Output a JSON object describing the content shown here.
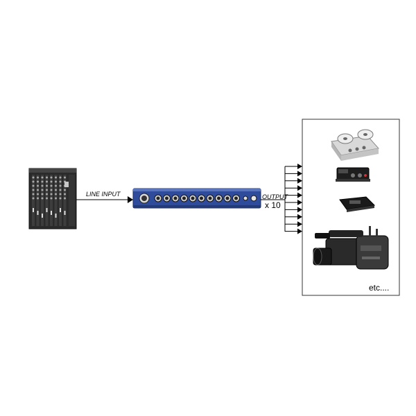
{
  "labels": {
    "line_input": "LINE INPUT",
    "output": "OUTPUT",
    "output_count": "x 10",
    "etc": "etc...."
  },
  "devices": {
    "source": "mixing-console",
    "distributor": "rack-splitter",
    "destinations": [
      "tape-recorder",
      "portable-recorder",
      "compact-recorder",
      "video-camera"
    ]
  },
  "colors": {
    "line": "#000000",
    "rack_blue": "#2f4c9c",
    "box_border": "#333333"
  }
}
